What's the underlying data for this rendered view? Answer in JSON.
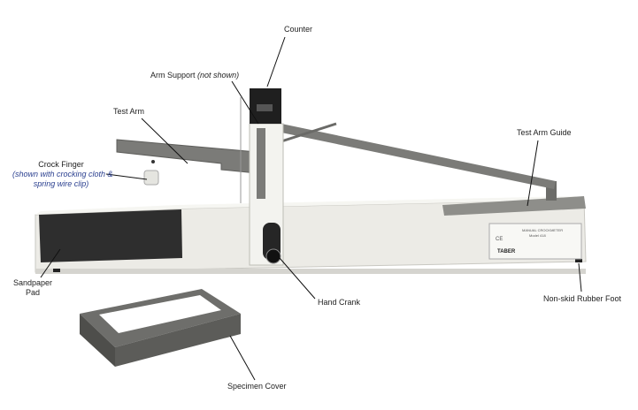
{
  "labels": {
    "counter": "Counter",
    "arm_support": "Arm Support",
    "arm_support_note": "(not shown)",
    "test_arm": "Test Arm",
    "test_arm_guide": "Test Arm Guide",
    "crock_finger": "Crock Finger",
    "crock_finger_note_1": "(shown with crocking cloth &",
    "crock_finger_note_2": "spring wire clip)",
    "sandpaper_pad_1": "Sandpaper",
    "sandpaper_pad_2": "Pad",
    "hand_crank": "Hand Crank",
    "rubber_foot": "Non-skid Rubber Foot",
    "specimen_cover": "Specimen Cover"
  },
  "plate": {
    "title": "MANUAL CROCKMETER",
    "model": "Model 418",
    "brand": "TABER",
    "mark": "CE"
  },
  "colors": {
    "base": "#ecebe6",
    "metal": "#7b7b78",
    "dark": "#333333",
    "accent_text": "#2a3f8f"
  }
}
